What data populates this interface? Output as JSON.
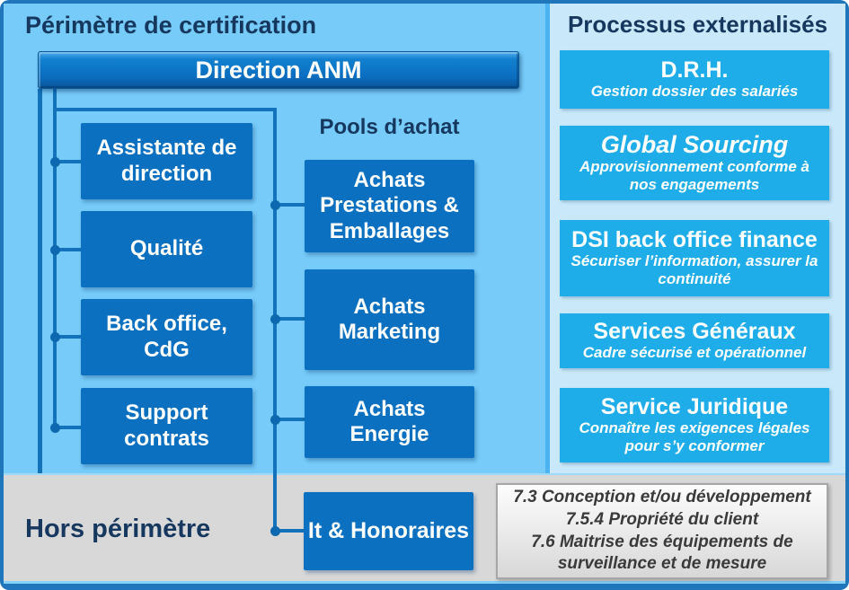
{
  "certification": {
    "title": "Périmètre de certification",
    "direction_box": "Direction ANM",
    "direction_children": [
      "Assistante de\ndirection",
      "Qualité",
      "Back office,\nCdG",
      "Support\ncontrats"
    ],
    "pools_title": "Pools d’achat",
    "pools": [
      "Achats\nPrestations &\nEmballages",
      "Achats\nMarketing",
      "Achats\nEnergie"
    ]
  },
  "externalized": {
    "title": "Processus externalisés",
    "items": [
      {
        "title": "D.R.H.",
        "subtitle": "Gestion dossier des salariés"
      },
      {
        "title": "Global Sourcing",
        "subtitle": "Approvisionnement conforme à\nnos engagements"
      },
      {
        "title": "DSI back office finance",
        "subtitle": "Sécuriser l’information, assurer la\ncontinuité"
      },
      {
        "title": "Services Généraux",
        "subtitle": "Cadre sécurisé et opérationnel"
      },
      {
        "title": "Service Juridique",
        "subtitle": "Connaître les exigences légales\npour s’y conformer"
      }
    ]
  },
  "out_of_scope": {
    "title": "Hors périmètre",
    "box": "It & Honoraires",
    "notes": "7.3 Conception et/ou développement\n7.5.4 Propriété du client\n7.6 Maitrise des équipements de\nsurveillance et de mesure"
  },
  "colors": {
    "frame": "#1F76BA",
    "left_panel_bg": "#76CBF8",
    "right_panel_bg": "#C9E8FA",
    "divider": "#4DB2F0",
    "gray_band_bg": "#D8D8D8",
    "box_blue": "#0C70C1",
    "box_cyan": "#1FADEA",
    "connector": "#1472BA",
    "title_navy": "#16375E"
  }
}
